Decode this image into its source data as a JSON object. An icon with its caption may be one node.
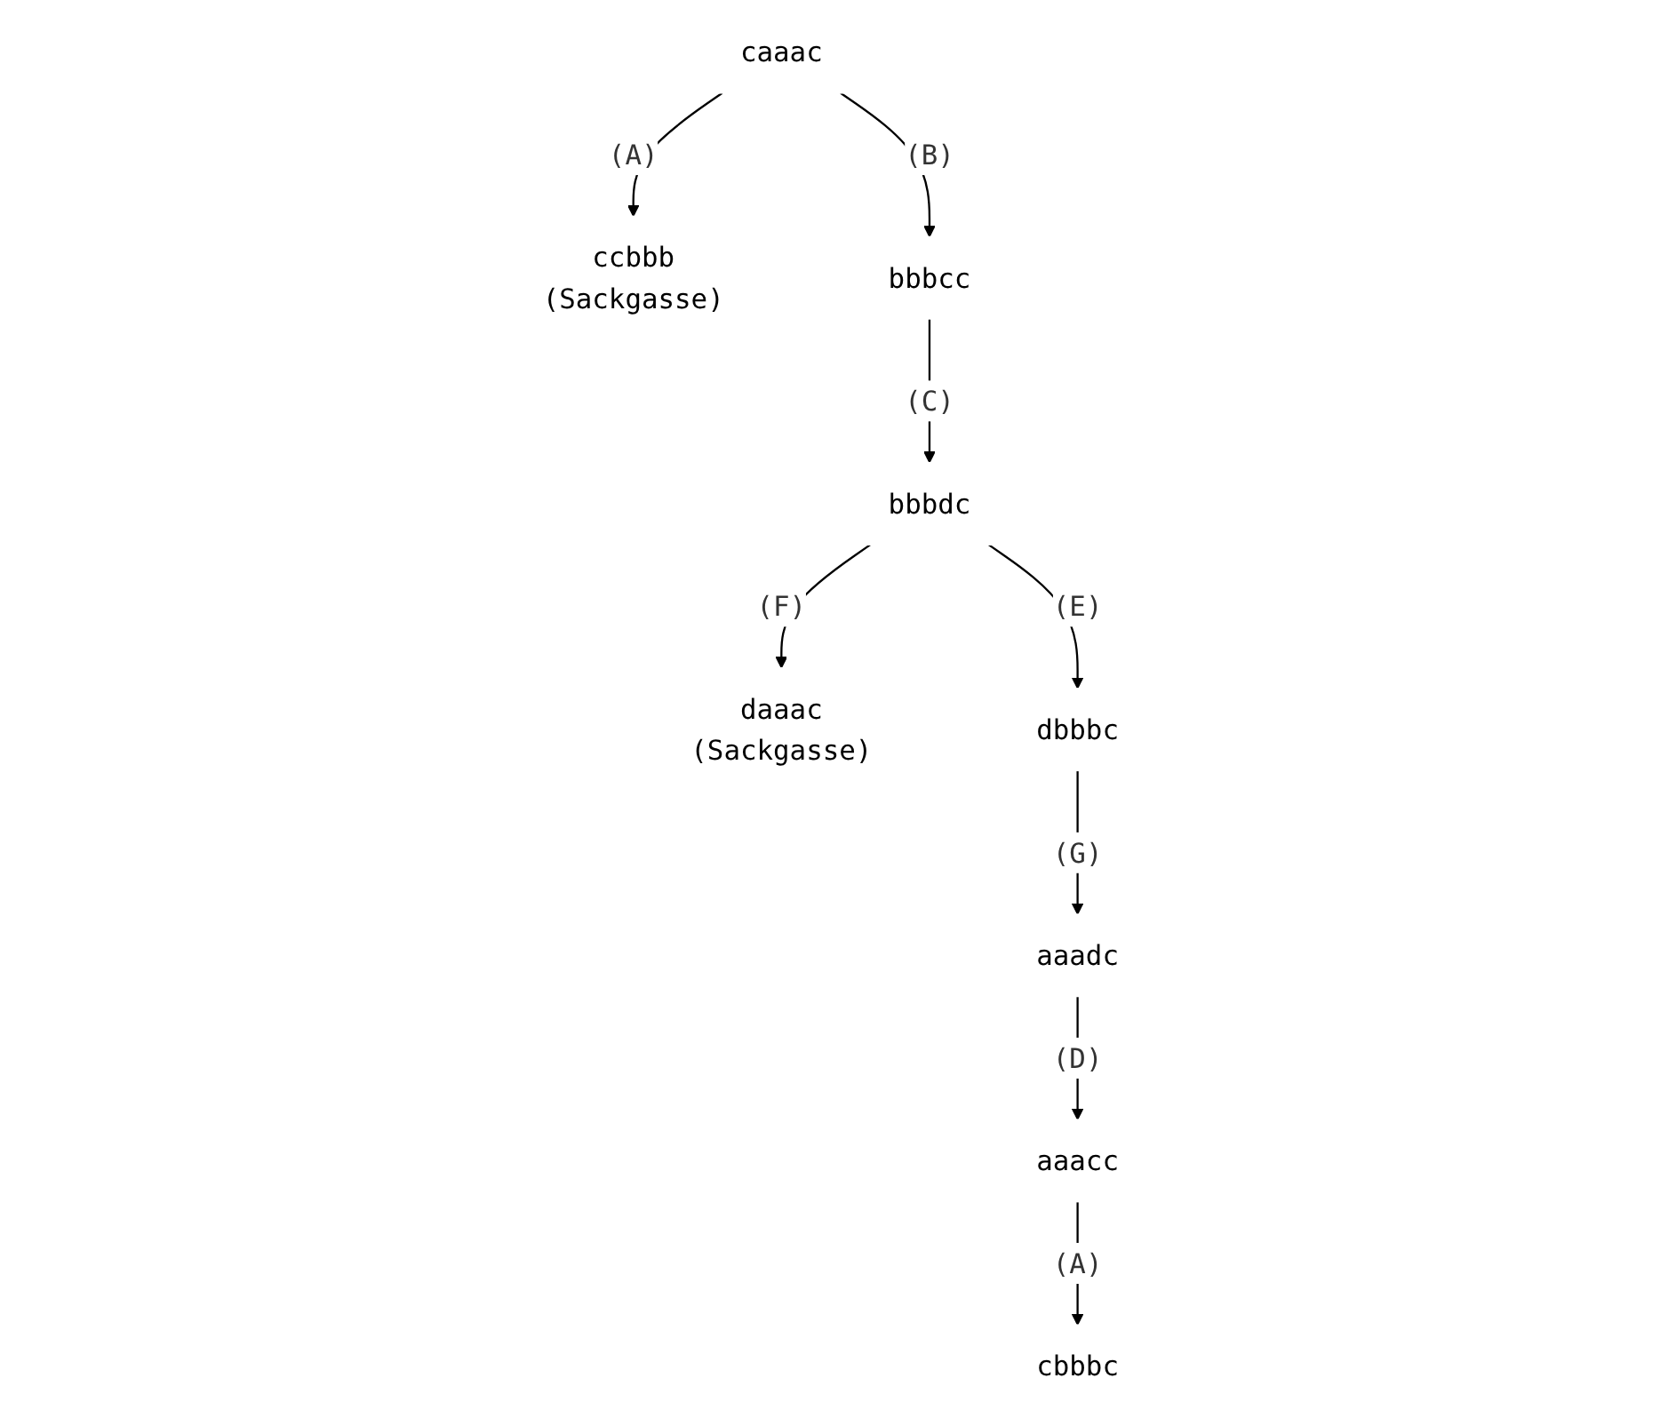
{
  "diagram": {
    "nodes": [
      {
        "text": [
          "caaac"
        ]
      },
      {
        "text": [
          "ccbbb",
          "(Sackgasse)"
        ]
      },
      {
        "text": [
          "bbbcc"
        ]
      },
      {
        "text": [
          "bbbdc"
        ]
      },
      {
        "text": [
          "daaac",
          "(Sackgasse)"
        ]
      },
      {
        "text": [
          "dbbbc"
        ]
      },
      {
        "text": [
          "aaadc"
        ]
      },
      {
        "text": [
          "aaacc"
        ]
      },
      {
        "text": [
          "cbbbc"
        ]
      }
    ],
    "edges": [
      {
        "from": 0,
        "to": 1,
        "arrow": "to",
        "label": "(A)"
      },
      {
        "from": 0,
        "to": 2,
        "arrow": "to",
        "label": "(B)"
      },
      {
        "from": 2,
        "to": 3,
        "arrow": "to",
        "label": "(C)"
      },
      {
        "from": 3,
        "to": 4,
        "arrow": "to",
        "label": "(F)"
      },
      {
        "from": 3,
        "to": 5,
        "arrow": "to",
        "label": "(E)"
      },
      {
        "from": 5,
        "to": 6,
        "arrow": "to",
        "label": "(G)"
      },
      {
        "from": 6,
        "to": 7,
        "arrow": "to",
        "label": "(D)"
      },
      {
        "from": 7,
        "to": 8,
        "arrow": "to",
        "label": "(A)"
      }
    ]
  }
}
